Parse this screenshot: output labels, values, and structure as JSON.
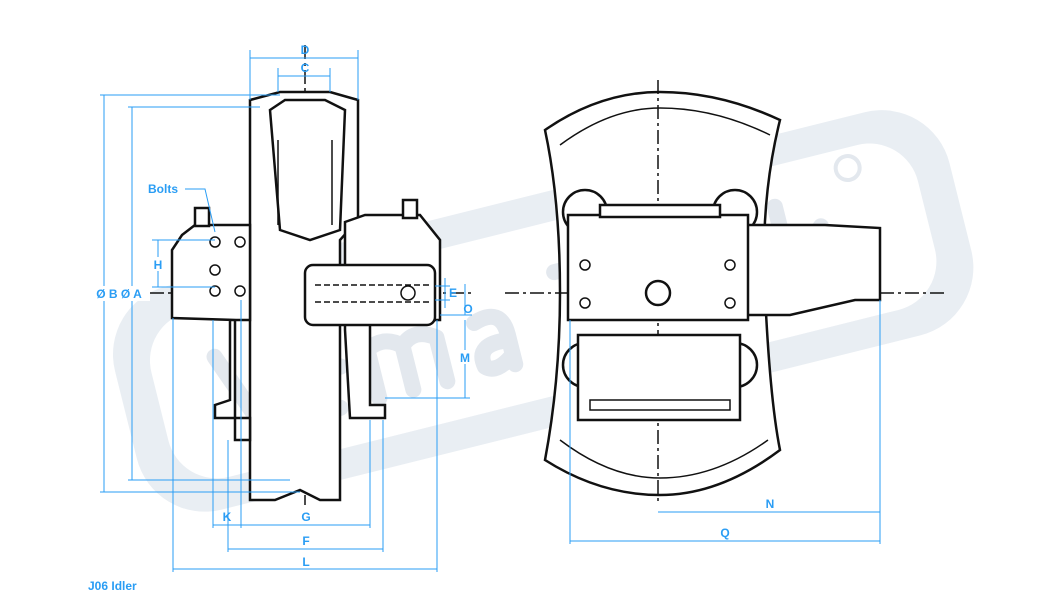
{
  "watermark": {
    "brand": "Vema Track",
    "mark": "®"
  },
  "title": "J06 Idler",
  "labels": {
    "D": "D",
    "C": "C",
    "bolts": "Bolts",
    "H": "H",
    "diameters": "Ø B Ø A",
    "E": "E",
    "O": "O",
    "M": "M",
    "K": "K",
    "G": "G",
    "F": "F",
    "L": "L",
    "N": "N",
    "Q": "Q"
  },
  "colors": {
    "dimension": "#2a9df4",
    "drawing": "#111111"
  }
}
